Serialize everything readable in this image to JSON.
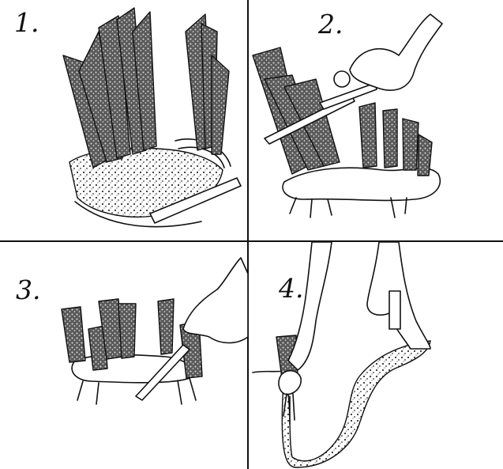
{
  "figure": {
    "panels": [
      {
        "number": "1."
      },
      {
        "number": "2."
      },
      {
        "number": "3."
      },
      {
        "number": "4."
      }
    ]
  }
}
